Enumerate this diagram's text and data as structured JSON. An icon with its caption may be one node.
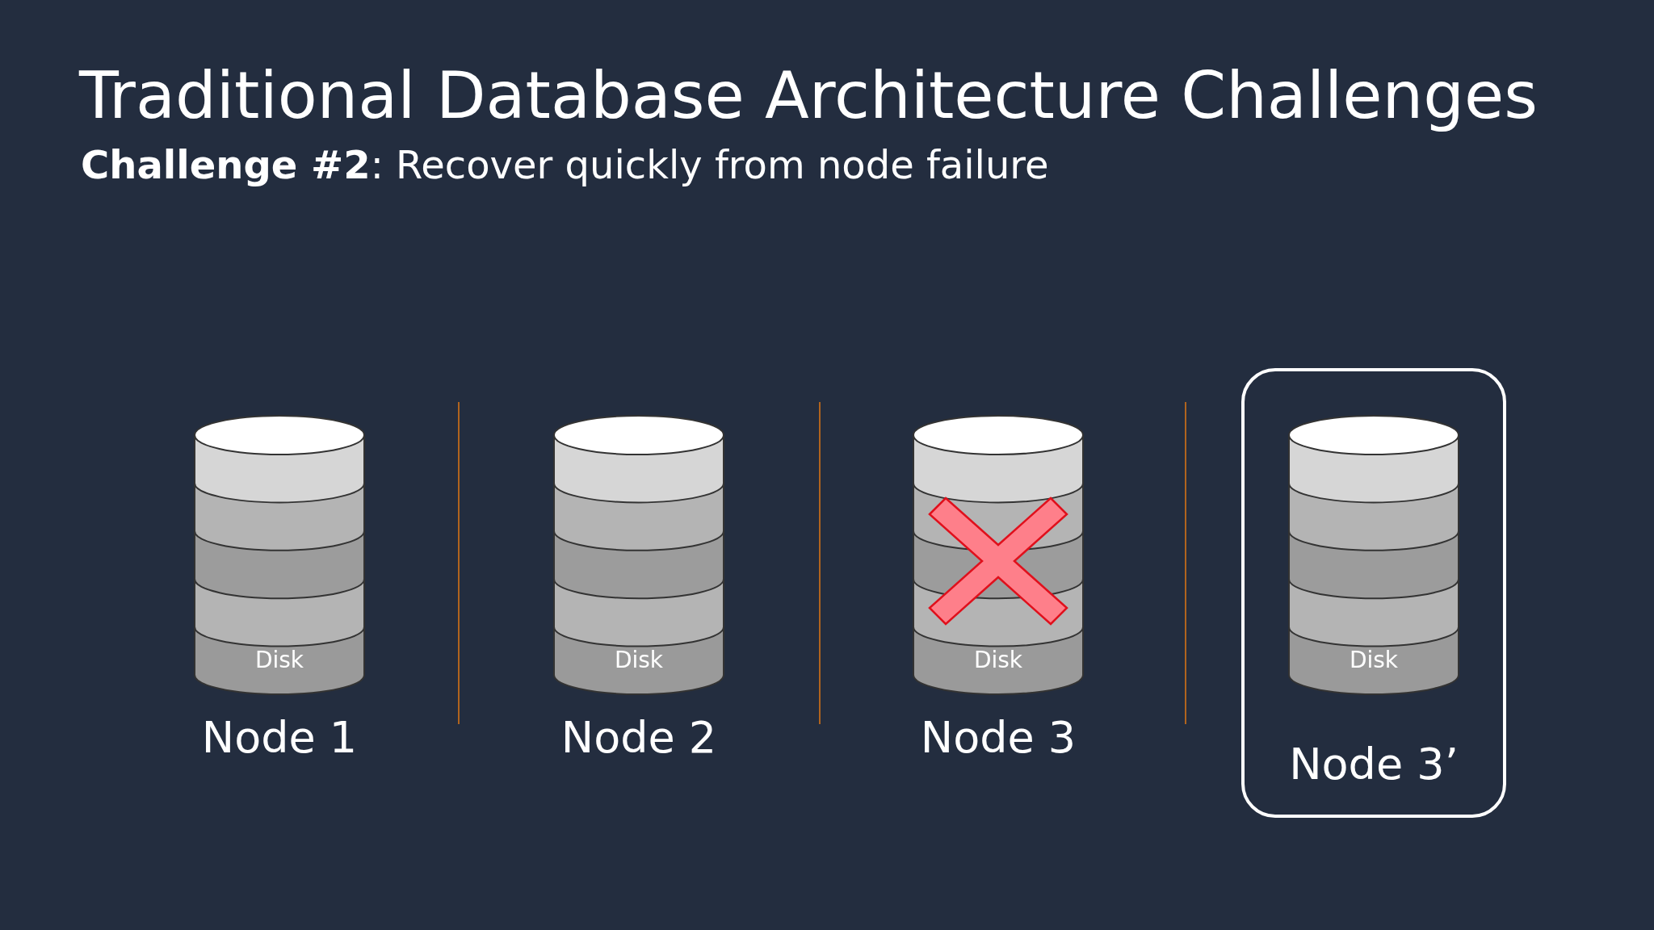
{
  "diagram": {
    "title": "Traditional Database Architecture Challenges",
    "labels": [
      "**Challenge #2**: Recover quickly from node failure"
    ],
    "nodes": [
      {
        "text": [
          "Disk"
        ],
        "beside": [
          "Node 1"
        ]
      },
      {
        "text": [
          "Disk"
        ],
        "beside": [
          "Node 2"
        ]
      },
      {
        "text": [
          "Disk"
        ],
        "beside": [
          "Node 3"
        ]
      },
      {
        "text": [],
        "shape": "cross",
        "in": 2
      },
      {
        "text": [
          "Node 3’"
        ]
      },
      {
        "text": [
          "Disk"
        ],
        "in": 4
      }
    ]
  }
}
